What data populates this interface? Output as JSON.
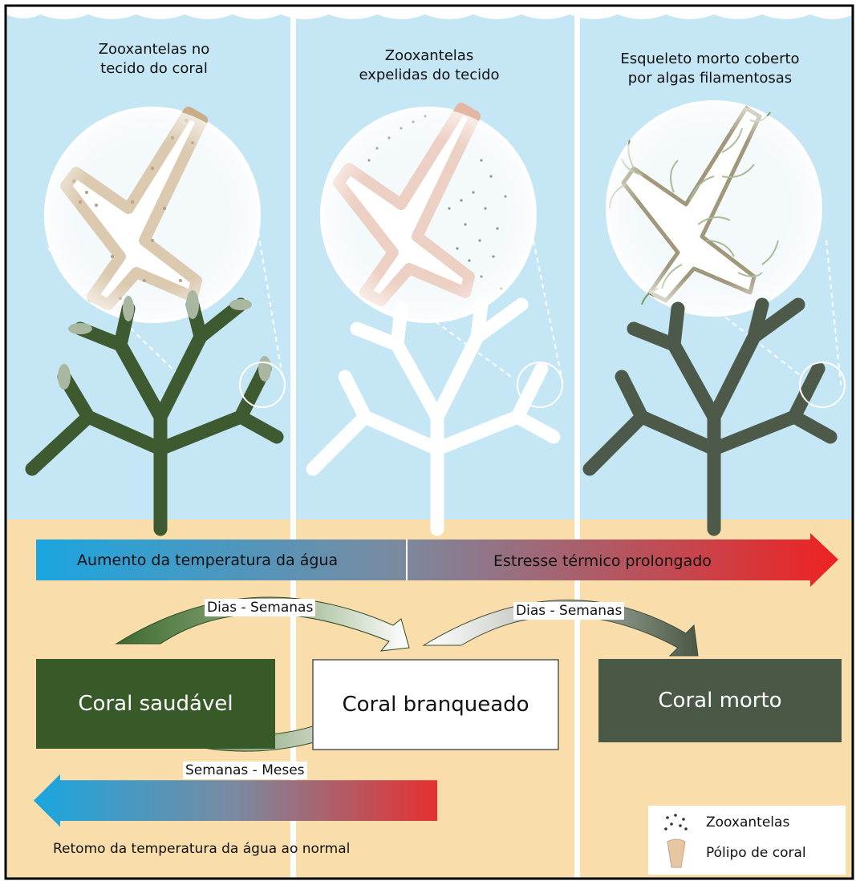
{
  "panels": [
    {
      "title": "Zooxantelas no\ntecido do coral"
    },
    {
      "title": "Zooxantelas\nexpelidas do tecido"
    },
    {
      "title": "Esqueleto morto coberto\npor algas filamentosas"
    }
  ],
  "bars": {
    "increase": "Aumento da temperatura da água",
    "prolonged": "Estresse térmico prolongado",
    "return": "Retomo da temperatura da água ao normal"
  },
  "arrows": {
    "healthy_to_bleached": "Dias - Semanas",
    "bleached_to_dead": "Dias - Semanas",
    "bleached_to_healthy": "Semanas - Meses"
  },
  "states": {
    "healthy": "Coral saudável",
    "bleached": "Coral branqueado",
    "dead": "Coral morto"
  },
  "legend": {
    "zooxanthellae": "Zooxantelas",
    "polyp": "Pólipo de coral"
  },
  "colors": {
    "water": "#c5e6f5",
    "sand": "#f9ddab",
    "healthy": "#375a28",
    "bleached": "#ffffff",
    "dead": "#4a5846",
    "warm": "#e62020",
    "cool": "#1aa6e0"
  }
}
